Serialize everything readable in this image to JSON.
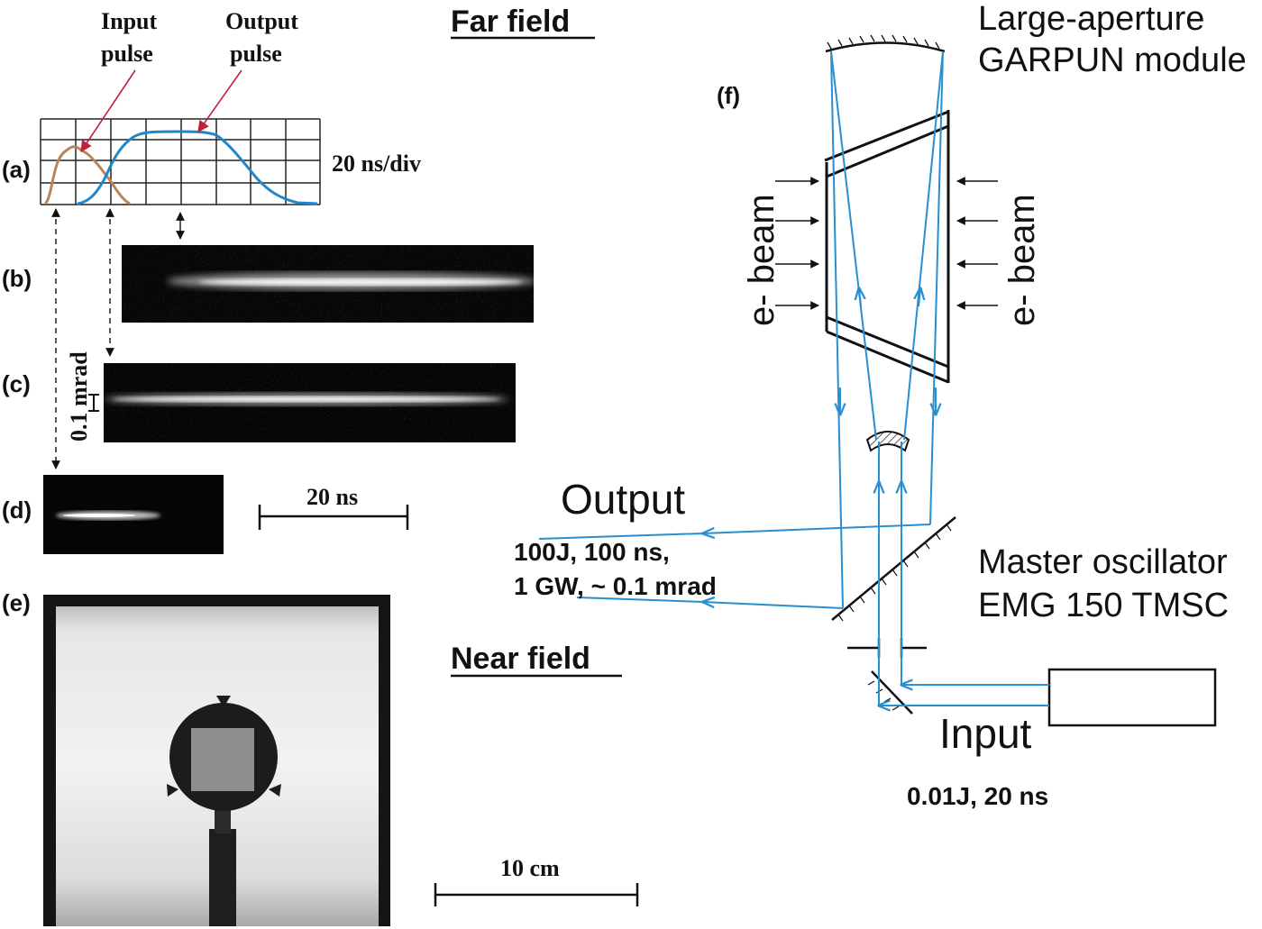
{
  "labels": {
    "a": "(a)",
    "b": "(b)",
    "c": "(c)",
    "d": "(d)",
    "e": "(e)",
    "f": "(f)"
  },
  "oscillogram": {
    "input_pulse": [
      "Input",
      "pulse"
    ],
    "output_pulse": [
      "Output",
      "pulse"
    ],
    "timescale": "20 ns/div",
    "input_color": "#b8845a",
    "output_color": "#1f86c8",
    "arrow_color": "#c0203a"
  },
  "far_field": "Far field",
  "near_field": "Near field",
  "divergence_scale": "0.1 mrad",
  "time_scale": "20 ns",
  "length_scale": "10 cm",
  "module": [
    "Large-aperture",
    "GARPUN module"
  ],
  "ebeam": "e- beam",
  "output": {
    "title": "Output",
    "line1": "100J, 100 ns,",
    "line2": "1 GW, ~ 0.1 mrad"
  },
  "master_oscillator": [
    "Master oscillator",
    "EMG 150 TMSC"
  ],
  "input": {
    "title": "Input",
    "spec": "0.01J, 20 ns"
  },
  "beam_color": "#2a8fd0"
}
